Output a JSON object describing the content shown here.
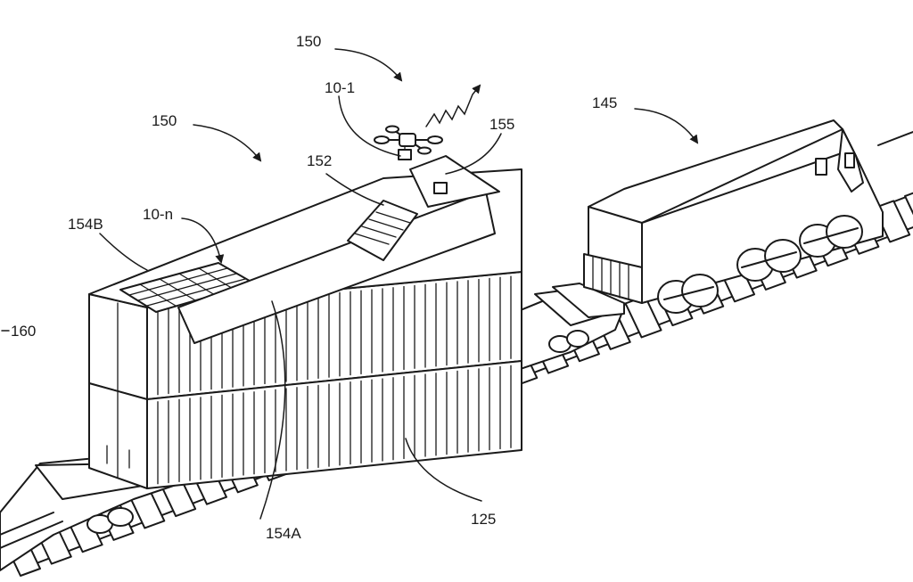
{
  "figure": {
    "labels": {
      "drone_group_a": "150",
      "drone_group_b": "150",
      "drone_first": "10-1",
      "drone_nth": "10-n",
      "locomotive": "145",
      "hatch_door": "152",
      "dock_station": "155",
      "container_upper": "154B",
      "container_lower": "154A",
      "train_system": "160",
      "rail_track": "125"
    }
  }
}
